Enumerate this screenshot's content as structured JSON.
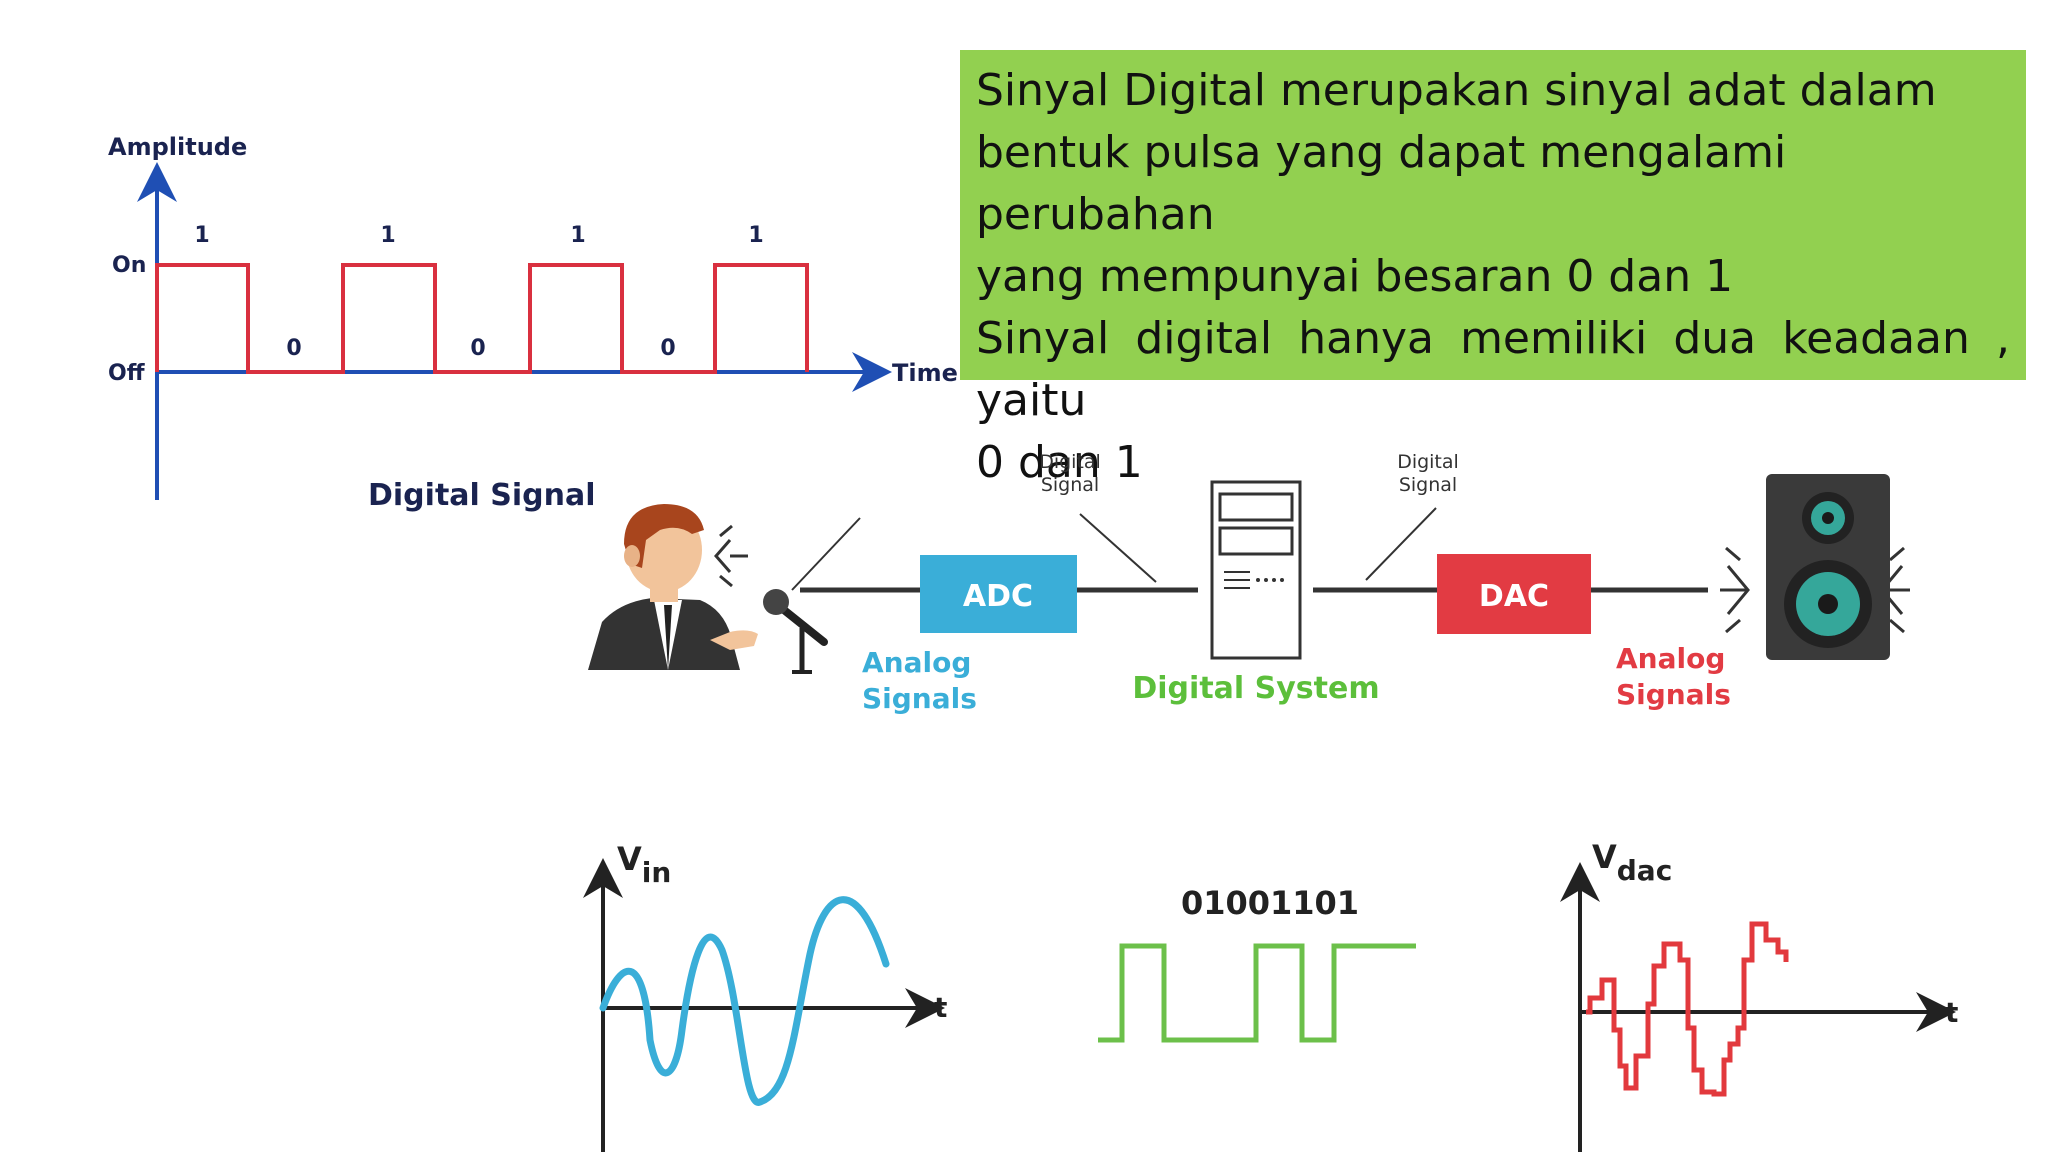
{
  "colors": {
    "green_box": "#92d050",
    "pulse_red": "#d9303f",
    "axis_blue": "#1f4fb4",
    "navy": "#1a2350",
    "adc_blue": "#3aaed8",
    "dac_red": "#e23b43",
    "system_green": "#5cbf3b",
    "digital_green": "#6cc04a",
    "wave_blue": "#3aaed8",
    "dac_wave_red": "#e2393d"
  },
  "top_chart": {
    "ylabel": "Amplitude",
    "xlabel": "Time",
    "level_high": "On",
    "level_low": "Off",
    "bits": [
      "1",
      "0",
      "1",
      "0",
      "1",
      "0",
      "1"
    ],
    "caption": "Digital Signal"
  },
  "definition": {
    "line1": "Sinyal Digital merupakan sinyal adat dalam",
    "line2": "bentuk pulsa yang dapat mengalami perubahan",
    "line3": "yang mempunyai besaran 0 dan 1",
    "line4": "Sinyal digital hanya memiliki dua keadaan , yaitu",
    "line5": "0 dan 1"
  },
  "pipeline": {
    "adc_label": "ADC",
    "dac_label": "DAC",
    "digital_signal_left": [
      "Digital",
      "Signal"
    ],
    "digital_signal_right": [
      "Digital",
      "Signal"
    ],
    "analog_left": [
      "Analog",
      "Signals"
    ],
    "analog_right": [
      "Analog",
      "Signals"
    ],
    "system_label": "Digital System",
    "icons": [
      "speaker-person-icon",
      "microphone-icon",
      "computer-tower-icon",
      "loudspeaker-icon"
    ]
  },
  "waves": {
    "vin_label_main": "V",
    "vin_label_sub": "in",
    "vin_t": "t",
    "bits_label": "01001101",
    "vdac_label_main": "V",
    "vdac_label_sub": "dac",
    "vdac_t": "t"
  }
}
